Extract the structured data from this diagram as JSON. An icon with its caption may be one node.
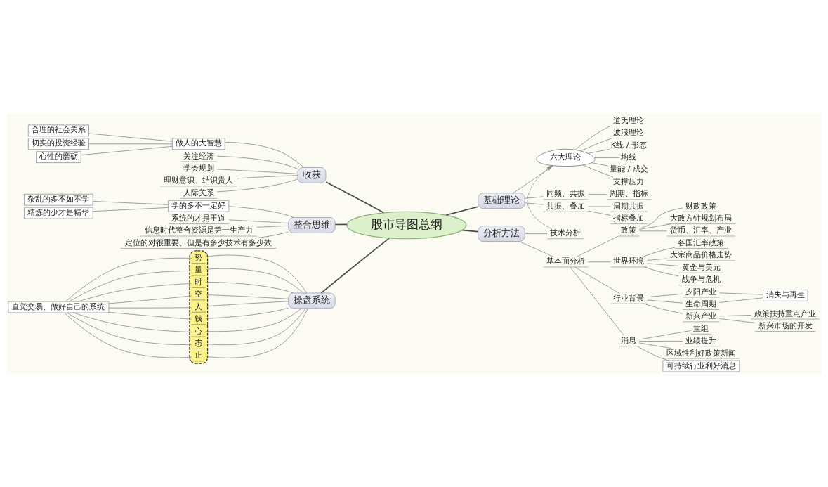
{
  "diagram": {
    "nodes": [
      {
        "text": [
          "股市导图总纲"
        ]
      },
      {
        "text": [
          "基础理论"
        ]
      },
      {
        "text": [
          "六大理论"
        ]
      },
      {
        "text": [
          "道氏理论"
        ]
      },
      {
        "text": [
          "波浪理论"
        ]
      },
      {
        "text": [
          "K线 / 形态"
        ]
      },
      {
        "text": [
          "均线"
        ]
      },
      {
        "text": [
          "量能 / 成交"
        ]
      },
      {
        "text": [
          "支撑压力"
        ]
      },
      {
        "text": [
          "同频、共振"
        ]
      },
      {
        "text": [
          "周期、指标"
        ]
      },
      {
        "text": [
          "共振、叠加"
        ]
      },
      {
        "text": [
          "周期共振"
        ]
      },
      {
        "text": [
          "指标叠加"
        ]
      },
      {
        "text": [
          "分析方法"
        ]
      },
      {
        "text": [
          "技术分析"
        ]
      },
      {
        "text": [
          "基本面分析"
        ]
      },
      {
        "text": [
          "政策"
        ]
      },
      {
        "text": [
          "财政政策"
        ]
      },
      {
        "text": [
          "大政方针规划布局"
        ]
      },
      {
        "text": [
          "货币、汇率、产业"
        ]
      },
      {
        "text": [
          "世界环境"
        ]
      },
      {
        "text": [
          "各国汇率政策"
        ]
      },
      {
        "text": [
          "大宗商品价格走势"
        ]
      },
      {
        "text": [
          "黄金与美元"
        ]
      },
      {
        "text": [
          "战争与危机"
        ]
      },
      {
        "text": [
          "行业背景"
        ]
      },
      {
        "text": [
          "夕阳产业"
        ]
      },
      {
        "text": [
          "生命周期"
        ]
      },
      {
        "text": [
          "消失与再生"
        ]
      },
      {
        "text": [
          "新兴产业"
        ]
      },
      {
        "text": [
          "政策扶持重点产业"
        ]
      },
      {
        "text": [
          "新兴市场的开发"
        ]
      },
      {
        "text": [
          "消息"
        ]
      },
      {
        "text": [
          "重组"
        ]
      },
      {
        "text": [
          "业绩提升"
        ]
      },
      {
        "text": [
          "区域性利好政策新闻"
        ]
      },
      {
        "text": [
          "可持续行业利好消息"
        ]
      },
      {
        "text": [
          "收获"
        ]
      },
      {
        "text": [
          "做人的大智慧"
        ]
      },
      {
        "text": [
          "合理的社会关系"
        ]
      },
      {
        "text": [
          "切实的投资经验"
        ]
      },
      {
        "text": [
          "心性的磨砺"
        ]
      },
      {
        "text": [
          "关注经济"
        ]
      },
      {
        "text": [
          "学会规划"
        ]
      },
      {
        "text": [
          "理财意识、结识贵人"
        ]
      },
      {
        "text": [
          "人际关系"
        ]
      },
      {
        "text": [
          "整合思维"
        ]
      },
      {
        "text": [
          "学的多不一定好"
        ]
      },
      {
        "text": [
          "杂乱的多不如不学"
        ]
      },
      {
        "text": [
          "精炼的少才是精华"
        ]
      },
      {
        "text": [
          "系统的才是王道"
        ]
      },
      {
        "text": [
          "信息时代整合资源是第一生产力"
        ]
      },
      {
        "text": [
          "定位的对很重要、但是有多少技术有多少效"
        ]
      },
      {
        "text": [
          "操盘系统"
        ]
      },
      {
        "text": [],
        "shape": "cloud"
      },
      {
        "text": [
          "势"
        ],
        "in": 55
      },
      {
        "text": [
          "量"
        ],
        "in": 55
      },
      {
        "text": [
          "时"
        ],
        "in": 55
      },
      {
        "text": [
          "空"
        ],
        "in": 55
      },
      {
        "text": [
          "人"
        ],
        "in": 55
      },
      {
        "text": [
          "钱"
        ],
        "in": 55
      },
      {
        "text": [
          "心"
        ],
        "in": 55
      },
      {
        "text": [
          "态"
        ],
        "in": 55
      },
      {
        "text": [
          "止"
        ],
        "in": 55
      },
      {
        "text": [
          "直觉交易、做好自己的系统"
        ]
      }
    ],
    "edges": [
      {
        "from": 0,
        "to": 1,
        "arrow": "none"
      },
      {
        "from": 1,
        "to": 2,
        "arrow": "none"
      },
      {
        "from": 2,
        "to": 3,
        "arrow": "none"
      },
      {
        "from": 2,
        "to": 4,
        "arrow": "none"
      },
      {
        "from": 2,
        "to": 5,
        "arrow": "none"
      },
      {
        "from": 2,
        "to": 6,
        "arrow": "none"
      },
      {
        "from": 2,
        "to": 7,
        "arrow": "none"
      },
      {
        "from": 2,
        "to": 8,
        "arrow": "none"
      },
      {
        "from": 1,
        "to": 9,
        "arrow": "none"
      },
      {
        "from": 9,
        "to": 10,
        "arrow": "none"
      },
      {
        "from": 1,
        "to": 11,
        "arrow": "none"
      },
      {
        "from": 11,
        "to": 12,
        "arrow": "none"
      },
      {
        "from": 11,
        "to": 13,
        "arrow": "none"
      },
      {
        "from": 0,
        "to": 14,
        "arrow": "none"
      },
      {
        "from": 14,
        "to": 15,
        "arrow": "none"
      },
      {
        "from": 15,
        "to": 2,
        "arrow": "to",
        "style": "dashed"
      },
      {
        "from": 14,
        "to": 16,
        "arrow": "none"
      },
      {
        "from": 16,
        "to": 17,
        "arrow": "none"
      },
      {
        "from": 17,
        "to": 18,
        "arrow": "none"
      },
      {
        "from": 17,
        "to": 19,
        "arrow": "none"
      },
      {
        "from": 17,
        "to": 20,
        "arrow": "none"
      },
      {
        "from": 16,
        "to": 21,
        "arrow": "none"
      },
      {
        "from": 21,
        "to": 22,
        "arrow": "none"
      },
      {
        "from": 21,
        "to": 23,
        "arrow": "none"
      },
      {
        "from": 21,
        "to": 24,
        "arrow": "none"
      },
      {
        "from": 21,
        "to": 25,
        "arrow": "none"
      },
      {
        "from": 16,
        "to": 26,
        "arrow": "none"
      },
      {
        "from": 26,
        "to": 27,
        "arrow": "none"
      },
      {
        "from": 26,
        "to": 28,
        "arrow": "none"
      },
      {
        "from": 27,
        "to": 29,
        "arrow": "none"
      },
      {
        "from": 28,
        "to": 29,
        "arrow": "none"
      },
      {
        "from": 26,
        "to": 30,
        "arrow": "none"
      },
      {
        "from": 30,
        "to": 31,
        "arrow": "none"
      },
      {
        "from": 30,
        "to": 32,
        "arrow": "none"
      },
      {
        "from": 16,
        "to": 33,
        "arrow": "none"
      },
      {
        "from": 33,
        "to": 34,
        "arrow": "none"
      },
      {
        "from": 33,
        "to": 35,
        "arrow": "none"
      },
      {
        "from": 33,
        "to": 36,
        "arrow": "none"
      },
      {
        "from": 33,
        "to": 37,
        "arrow": "none"
      },
      {
        "from": 0,
        "to": 38,
        "arrow": "none"
      },
      {
        "from": 38,
        "to": 39,
        "arrow": "none"
      },
      {
        "from": 40,
        "to": 39,
        "arrow": "none"
      },
      {
        "from": 41,
        "to": 39,
        "arrow": "none"
      },
      {
        "from": 42,
        "to": 39,
        "arrow": "none"
      },
      {
        "from": 38,
        "to": 43,
        "arrow": "none"
      },
      {
        "from": 38,
        "to": 44,
        "arrow": "none"
      },
      {
        "from": 38,
        "to": 45,
        "arrow": "none"
      },
      {
        "from": 38,
        "to": 46,
        "arrow": "none"
      },
      {
        "from": 0,
        "to": 47,
        "arrow": "none"
      },
      {
        "from": 47,
        "to": 48,
        "arrow": "none"
      },
      {
        "from": 49,
        "to": 48,
        "arrow": "none"
      },
      {
        "from": 50,
        "to": 48,
        "arrow": "none"
      },
      {
        "from": 47,
        "to": 51,
        "arrow": "none"
      },
      {
        "from": 47,
        "to": 52,
        "arrow": "none"
      },
      {
        "from": 47,
        "to": 53,
        "arrow": "none"
      },
      {
        "from": 0,
        "to": 54,
        "arrow": "none"
      },
      {
        "from": 54,
        "to": 56,
        "arrow": "none"
      },
      {
        "from": 54,
        "to": 57,
        "arrow": "none"
      },
      {
        "from": 54,
        "to": 58,
        "arrow": "none"
      },
      {
        "from": 54,
        "to": 59,
        "arrow": "none"
      },
      {
        "from": 54,
        "to": 60,
        "arrow": "none"
      },
      {
        "from": 54,
        "to": 61,
        "arrow": "none"
      },
      {
        "from": 54,
        "to": 62,
        "arrow": "none"
      },
      {
        "from": 54,
        "to": 63,
        "arrow": "none"
      },
      {
        "from": 54,
        "to": 64,
        "arrow": "none"
      },
      {
        "from": 56,
        "to": 65,
        "arrow": "none"
      },
      {
        "from": 57,
        "to": 65,
        "arrow": "none"
      },
      {
        "from": 58,
        "to": 65,
        "arrow": "none"
      },
      {
        "from": 59,
        "to": 65,
        "arrow": "none"
      },
      {
        "from": 60,
        "to": 65,
        "arrow": "none"
      },
      {
        "from": 61,
        "to": 65,
        "arrow": "none"
      },
      {
        "from": 62,
        "to": 65,
        "arrow": "none"
      },
      {
        "from": 63,
        "to": 65,
        "arrow": "none"
      },
      {
        "from": 64,
        "to": 65,
        "arrow": "none"
      }
    ]
  }
}
